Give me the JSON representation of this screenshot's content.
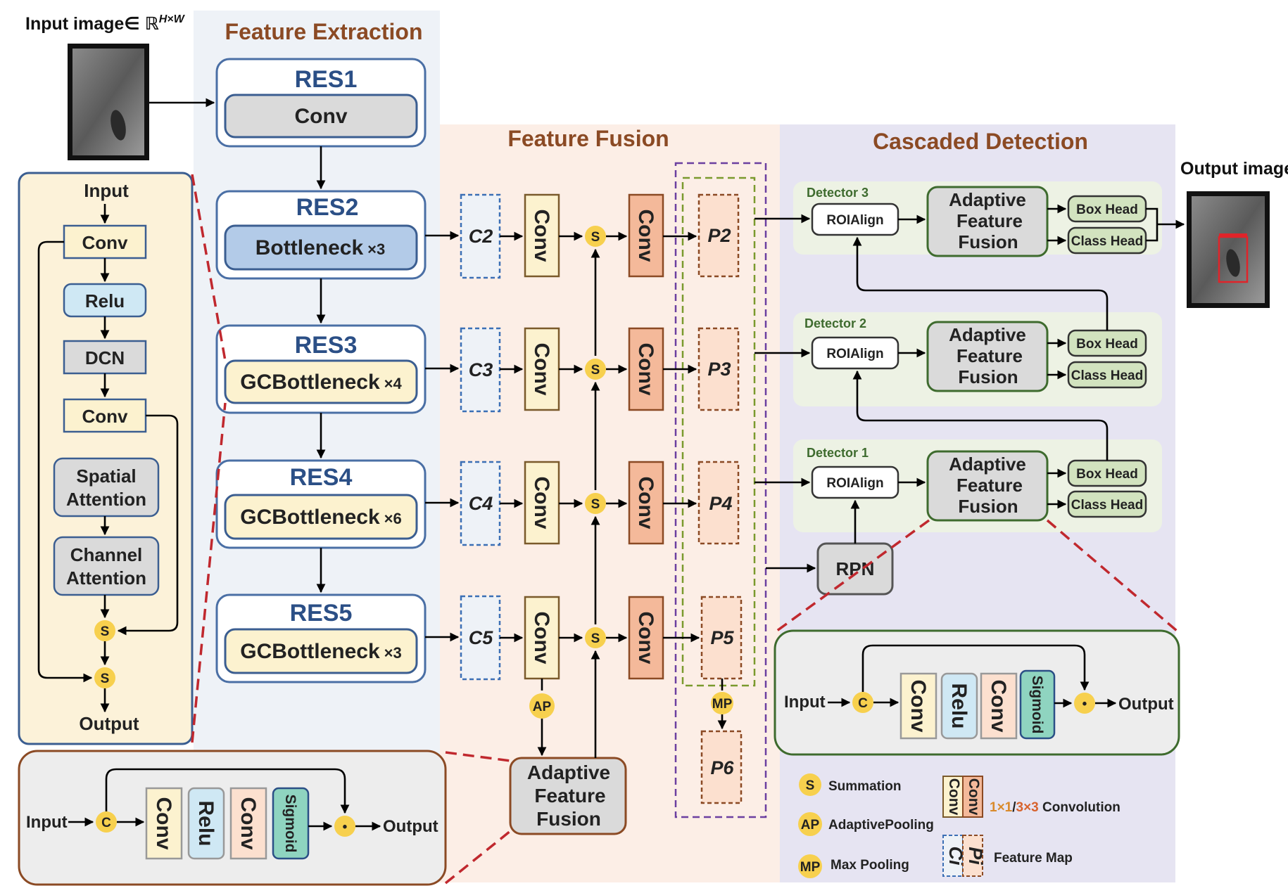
{
  "titles": {
    "input_image": "Input image∈ ℝ",
    "input_image_sup": "H×W",
    "output_image": "Output image",
    "feature_extraction": "Feature Extraction",
    "feature_fusion": "Feature Fusion",
    "cascaded_detection": "Cascaded Detection"
  },
  "backbone": [
    {
      "name": "RES1",
      "block": "Conv",
      "multiplier": ""
    },
    {
      "name": "RES2",
      "block": "Bottleneck",
      "multiplier": "×3"
    },
    {
      "name": "RES3",
      "block": "GCBottleneck",
      "multiplier": "×4"
    },
    {
      "name": "RES4",
      "block": "GCBottleneck",
      "multiplier": "×6"
    },
    {
      "name": "RES5",
      "block": "GCBottleneck",
      "multiplier": "×3"
    }
  ],
  "gc_block": {
    "input": "Input",
    "conv1": "Conv",
    "relu": "Relu",
    "dcn": "DCN",
    "conv2": "Conv",
    "spatial": [
      "Spatial",
      "Attention"
    ],
    "channel": [
      "Channel",
      "Attention"
    ],
    "sum": "S",
    "output": "Output"
  },
  "fusion": {
    "c_maps": [
      "C2",
      "C3",
      "C4",
      "C5"
    ],
    "conv": "Conv",
    "sum": "S",
    "p_maps": [
      "P2",
      "P3",
      "P4",
      "P5"
    ],
    "p6": "P6",
    "mp": "MP",
    "ap": "AP",
    "aff": [
      "Adaptive",
      "Feature",
      "Fusion"
    ]
  },
  "aff_detail": {
    "input": "Input",
    "concat": "C",
    "conv": "Conv",
    "relu": "Relu",
    "sigmoid": "Sigmoid",
    "dot": "•",
    "output": "Output"
  },
  "detection": {
    "detectors": [
      "Detector 3",
      "Detector 2",
      "Detector 1"
    ],
    "roi": "ROIAlign",
    "aff": [
      "Adaptive",
      "Feature",
      "Fusion"
    ],
    "box_head": "Box Head",
    "class_head": "Class Head",
    "rpn": "RPN"
  },
  "legend": {
    "s_symbol": "S",
    "s_label": "Summation",
    "ap_symbol": "AP",
    "ap_label": "AdaptivePooling",
    "mp_symbol": "MP",
    "mp_label": "Max Pooling",
    "conv": "Conv",
    "conv_label_1": "1×1",
    "conv_label_sep": "/",
    "conv_label_2": "3×3",
    "conv_label_3": " Convolution",
    "ci": "Ci",
    "pi": "Pi",
    "fm_label": "Feature Map"
  },
  "colors": {
    "blue": "#2B4F86",
    "brown": "#8B4A24",
    "green": "#3E6B2E",
    "red_dash": "#C0282E",
    "conv_yellow": "#FCF2CF",
    "conv_orange": "#F4B99A",
    "circle": "#F7D04E"
  }
}
